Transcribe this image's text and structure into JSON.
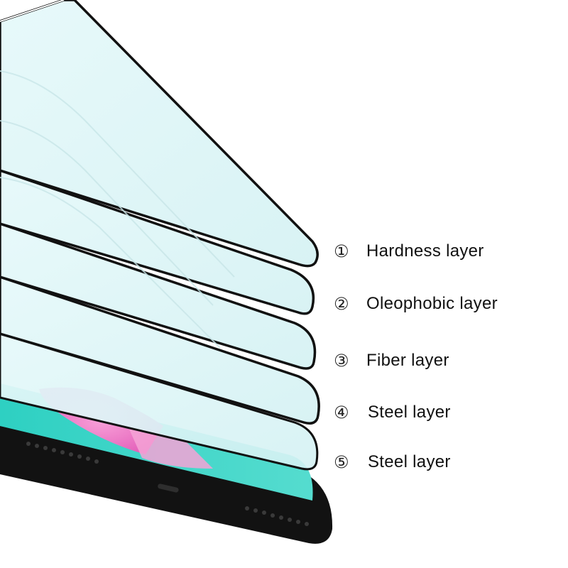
{
  "layers": [
    {
      "number": "①",
      "label": "Hardness layer"
    },
    {
      "number": "②",
      "label": "Oleophobic layer"
    },
    {
      "number": "③",
      "label": "Fiber layer"
    },
    {
      "number": "④",
      "label": "Steel layer"
    },
    {
      "number": "⑤",
      "label": "Steel layer"
    }
  ],
  "colors": {
    "background": "#ffffff",
    "glass_tint": "#dff6f7",
    "glass_edge": "#000000",
    "screen_teal": "#39d2c4",
    "screen_pink": "#f07ac8",
    "phone_body": "#111111"
  }
}
